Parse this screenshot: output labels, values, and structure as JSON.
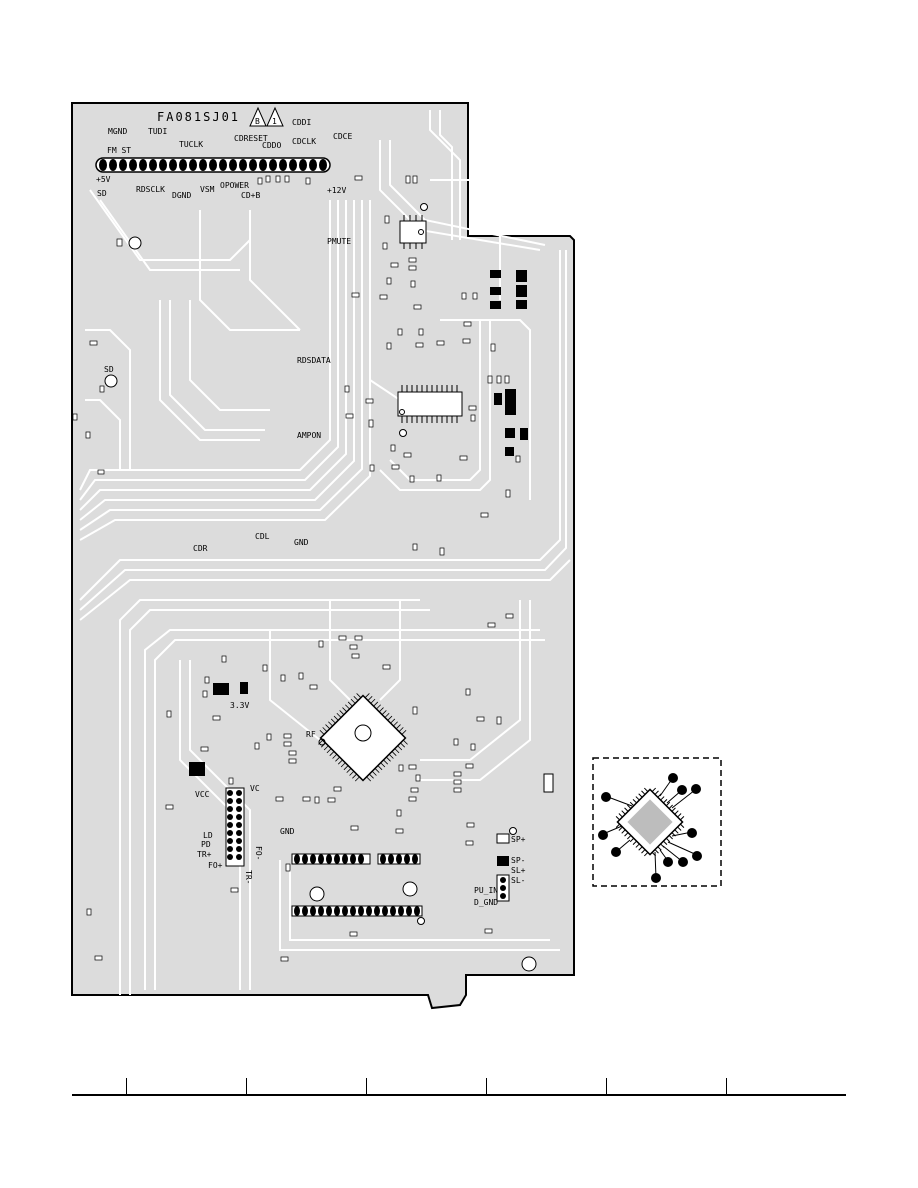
{
  "board": {
    "part_number": "FA081SJ01",
    "rev_marks": [
      "B",
      "1"
    ],
    "top_connector_labels": [
      "MGND",
      "TUDI",
      "FM ST",
      "TUCLK",
      "CDRESET",
      "CDDI",
      "CDDO",
      "CDCLK",
      "CDCE",
      "+5V",
      "SD",
      "RDSCLK",
      "DGND",
      "VSM",
      "OPOWER",
      "CD+B",
      "+12V"
    ],
    "net_labels": [
      "PMUTE",
      "RDSDATA",
      "AMPON",
      "SD",
      "CDL",
      "GND",
      "CDR",
      "3.3V",
      "RF",
      "VCC",
      "VC",
      "GND",
      "LD",
      "PD",
      "TR+",
      "FO+",
      "TR-",
      "FO-",
      "SP+",
      "SP-",
      "SL+",
      "SL-",
      "PU_IN",
      "D_GND"
    ]
  },
  "inset": {
    "caption": ""
  },
  "footer": {
    "cells": [
      "",
      "",
      "",
      "",
      "",
      "",
      ""
    ]
  },
  "colors": {
    "board": "#d9d9d9",
    "trace": "#ffffff",
    "ink": "#000000"
  }
}
